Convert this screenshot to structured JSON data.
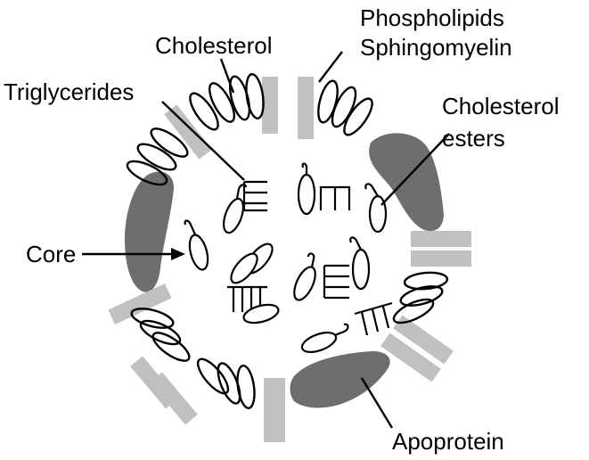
{
  "labels": {
    "phospholipids": "Phospholipids",
    "sphingomyelin": "Sphingomyelin",
    "cholesterol": "Cholesterol",
    "triglycerides": "Triglycerides",
    "cholesterol_esters_1": "Cholesterol",
    "cholesterol_esters_2": "esters",
    "core": "Core",
    "apoprotein": "Apoprotein"
  },
  "colors": {
    "apoprotein": "#6e6e6e",
    "cholesterol_bar": "#c0c0c0",
    "outline": "#000000",
    "background": "#ffffff"
  }
}
